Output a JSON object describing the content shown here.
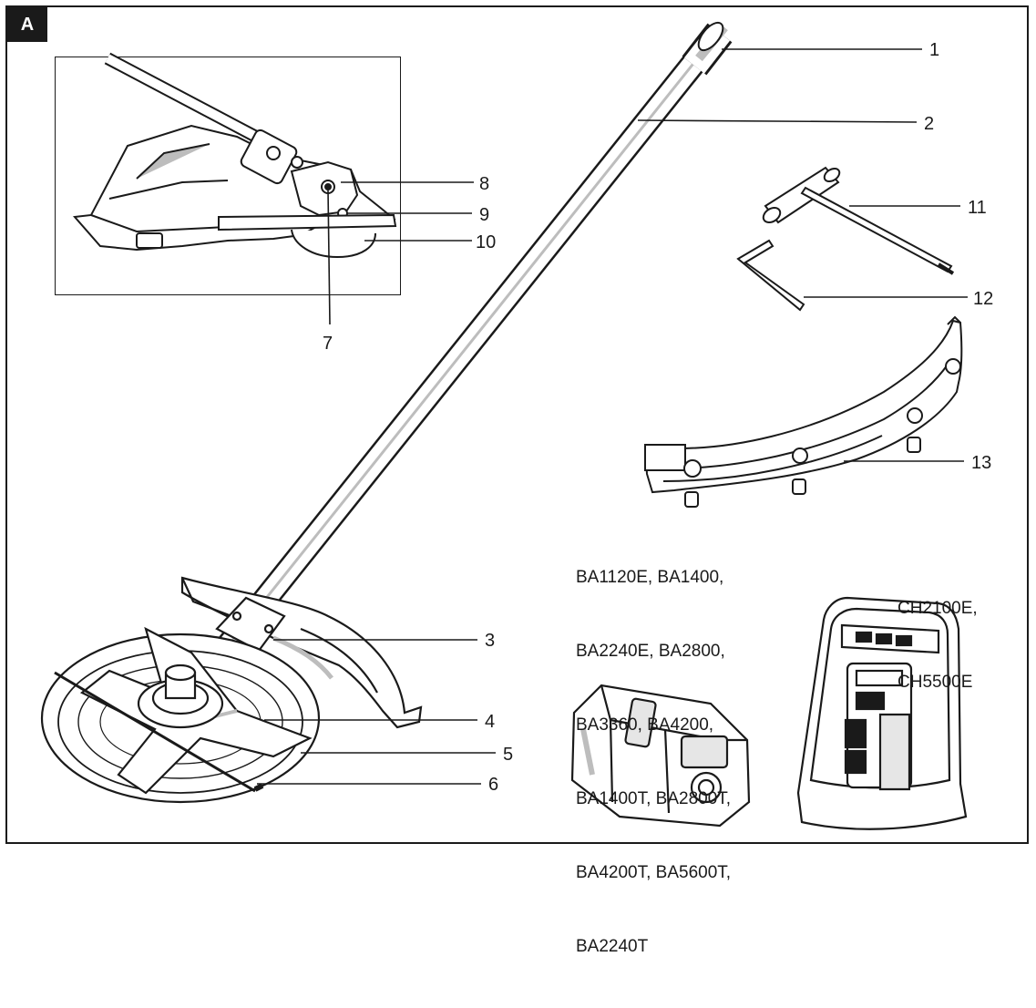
{
  "figure_label": "A",
  "callouts": [
    "1",
    "2",
    "3",
    "4",
    "5",
    "6",
    "7",
    "8",
    "9",
    "10",
    "11",
    "12",
    "13"
  ],
  "battery_models": [
    "BA1120E, BA1400,",
    "BA2240E, BA2800,",
    "BA3360, BA4200,",
    "BA1400T, BA2800T,",
    "BA4200T, BA5600T,",
    "BA2240T"
  ],
  "charger_models": [
    "CH2100E,",
    "CH5500E"
  ],
  "colors": {
    "ink": "#1a1a1a",
    "paper": "#ffffff",
    "shade": "#bdbdbd",
    "light": "#e6e6e6"
  }
}
